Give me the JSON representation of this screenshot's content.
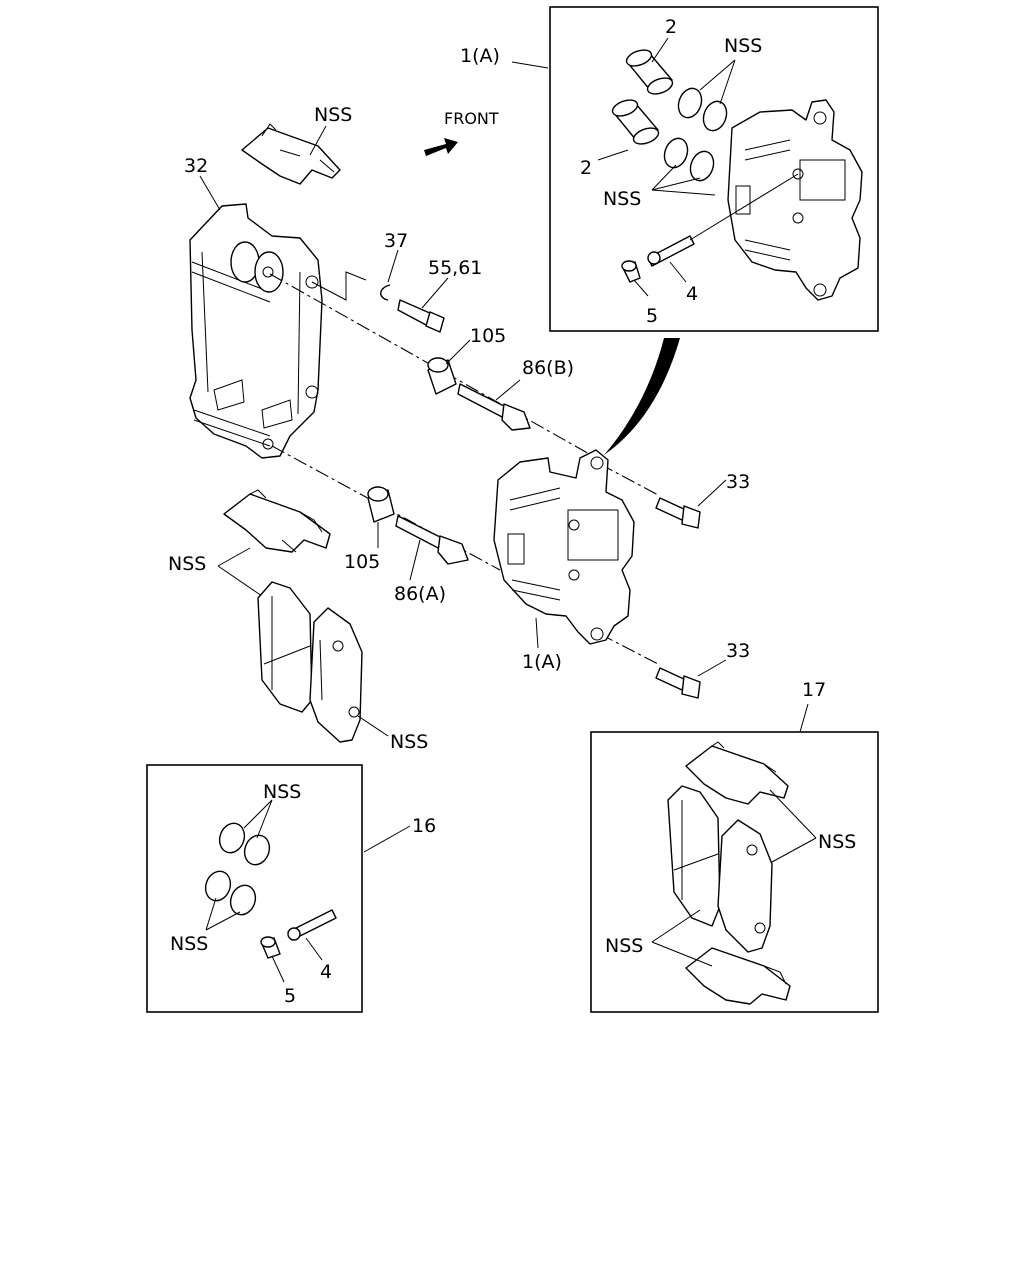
{
  "labels": {
    "front": "FRONT",
    "p1a_top": "1(A)",
    "p1a_mid": "1(A)",
    "p2_top": "2",
    "p2_mid": "2",
    "p4_inset": "4",
    "p5_inset": "5",
    "p4_kit": "4",
    "p5_kit": "5",
    "p16": "16",
    "p17": "17",
    "p32": "32",
    "p33_top": "33",
    "p33_bot": "33",
    "p37": "37",
    "p55_61": "55,61",
    "p86a": "86(A)",
    "p86b": "86(B)",
    "p105_top": "105",
    "p105_bot": "105",
    "nss_clip_top": "NSS",
    "nss_inset_top": "NSS",
    "nss_inset_bot": "NSS",
    "nss_clip_left": "NSS",
    "nss_pad": "NSS",
    "nss_kit16_top": "NSS",
    "nss_kit16_bot": "NSS",
    "nss_kit17_right": "NSS",
    "nss_kit17_left": "NSS"
  }
}
